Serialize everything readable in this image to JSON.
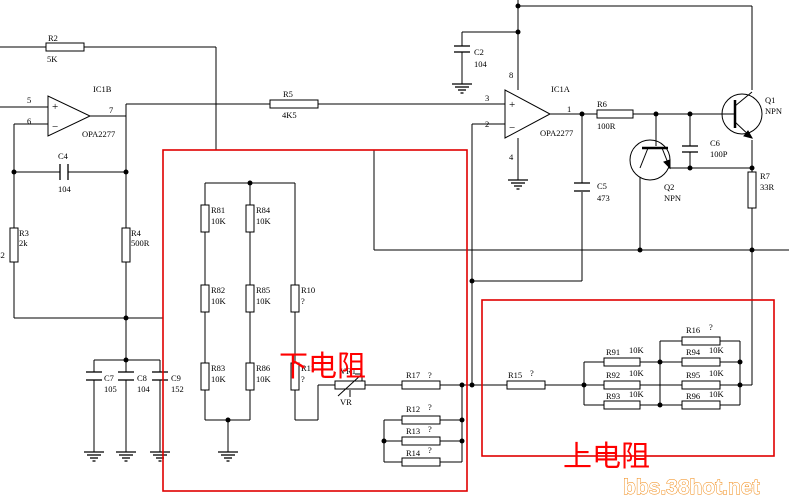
{
  "components": {
    "r2": {
      "ref": "R2",
      "value": "5K"
    },
    "r5": {
      "ref": "R5",
      "value": "4K5"
    },
    "r3": {
      "ref": "R3",
      "value": "2k"
    },
    "r4": {
      "ref": "R4",
      "value": "500R"
    },
    "c4": {
      "ref": "C4",
      "value": "104"
    },
    "c2": {
      "ref": "C2",
      "value": "104"
    },
    "c5": {
      "ref": "C5",
      "value": "473"
    },
    "c6": {
      "ref": "C6",
      "value": "100P"
    },
    "c7": {
      "ref": "C7",
      "value": "105"
    },
    "c8": {
      "ref": "C8",
      "value": "104"
    },
    "c9": {
      "ref": "C9",
      "value": "152"
    },
    "r6": {
      "ref": "R6",
      "value": "100R"
    },
    "r7": {
      "ref": "R7",
      "value": "33R"
    },
    "q1": {
      "ref": "Q1",
      "type": "NPN"
    },
    "q2": {
      "ref": "Q2",
      "type": "NPN"
    },
    "ic1b": {
      "ref": "IC1B",
      "part": "OPA2277",
      "pin_plus": "5",
      "pin_minus": "6",
      "pin_out": "7"
    },
    "ic1a": {
      "ref": "IC1A",
      "part": "OPA2277",
      "pin_plus": "3",
      "pin_minus": "2",
      "pin_out": "1",
      "pin_vplus": "8",
      "pin_vminus": "4"
    },
    "r81": {
      "ref": "R81",
      "value": "10K"
    },
    "r82": {
      "ref": "R82",
      "value": "10K"
    },
    "r83": {
      "ref": "R83",
      "value": "10K"
    },
    "r84": {
      "ref": "R84",
      "value": "10K"
    },
    "r85": {
      "ref": "R85",
      "value": "10K"
    },
    "r86": {
      "ref": "R86",
      "value": "10K"
    },
    "r10": {
      "ref": "R10",
      "value": "?"
    },
    "r11": {
      "ref": "R11",
      "value": "?"
    },
    "vr1": {
      "ref": "VR1",
      "value": "VR"
    },
    "r12": {
      "ref": "R12",
      "value": "?"
    },
    "r13": {
      "ref": "R13",
      "value": "?"
    },
    "r14": {
      "ref": "R14",
      "value": "?"
    },
    "r17": {
      "ref": "R17",
      "value": "?"
    },
    "r15": {
      "ref": "R15",
      "value": "?"
    },
    "r16": {
      "ref": "R16",
      "value": "?"
    },
    "r91": {
      "ref": "R91",
      "value": "10K"
    },
    "r92": {
      "ref": "R92",
      "value": "10K"
    },
    "r93": {
      "ref": "R93",
      "value": "10K"
    },
    "r94": {
      "ref": "R94",
      "value": "10K"
    },
    "r95": {
      "ref": "R95",
      "value": "10K"
    },
    "r96": {
      "ref": "R96",
      "value": "10K"
    },
    "c2_left_edge_text": "C2"
  },
  "annotations": {
    "lower_resistor": "下电阻",
    "upper_resistor": "上电阻",
    "highlight_color": "#ff0000"
  },
  "watermark": "bbs.38hot.net"
}
